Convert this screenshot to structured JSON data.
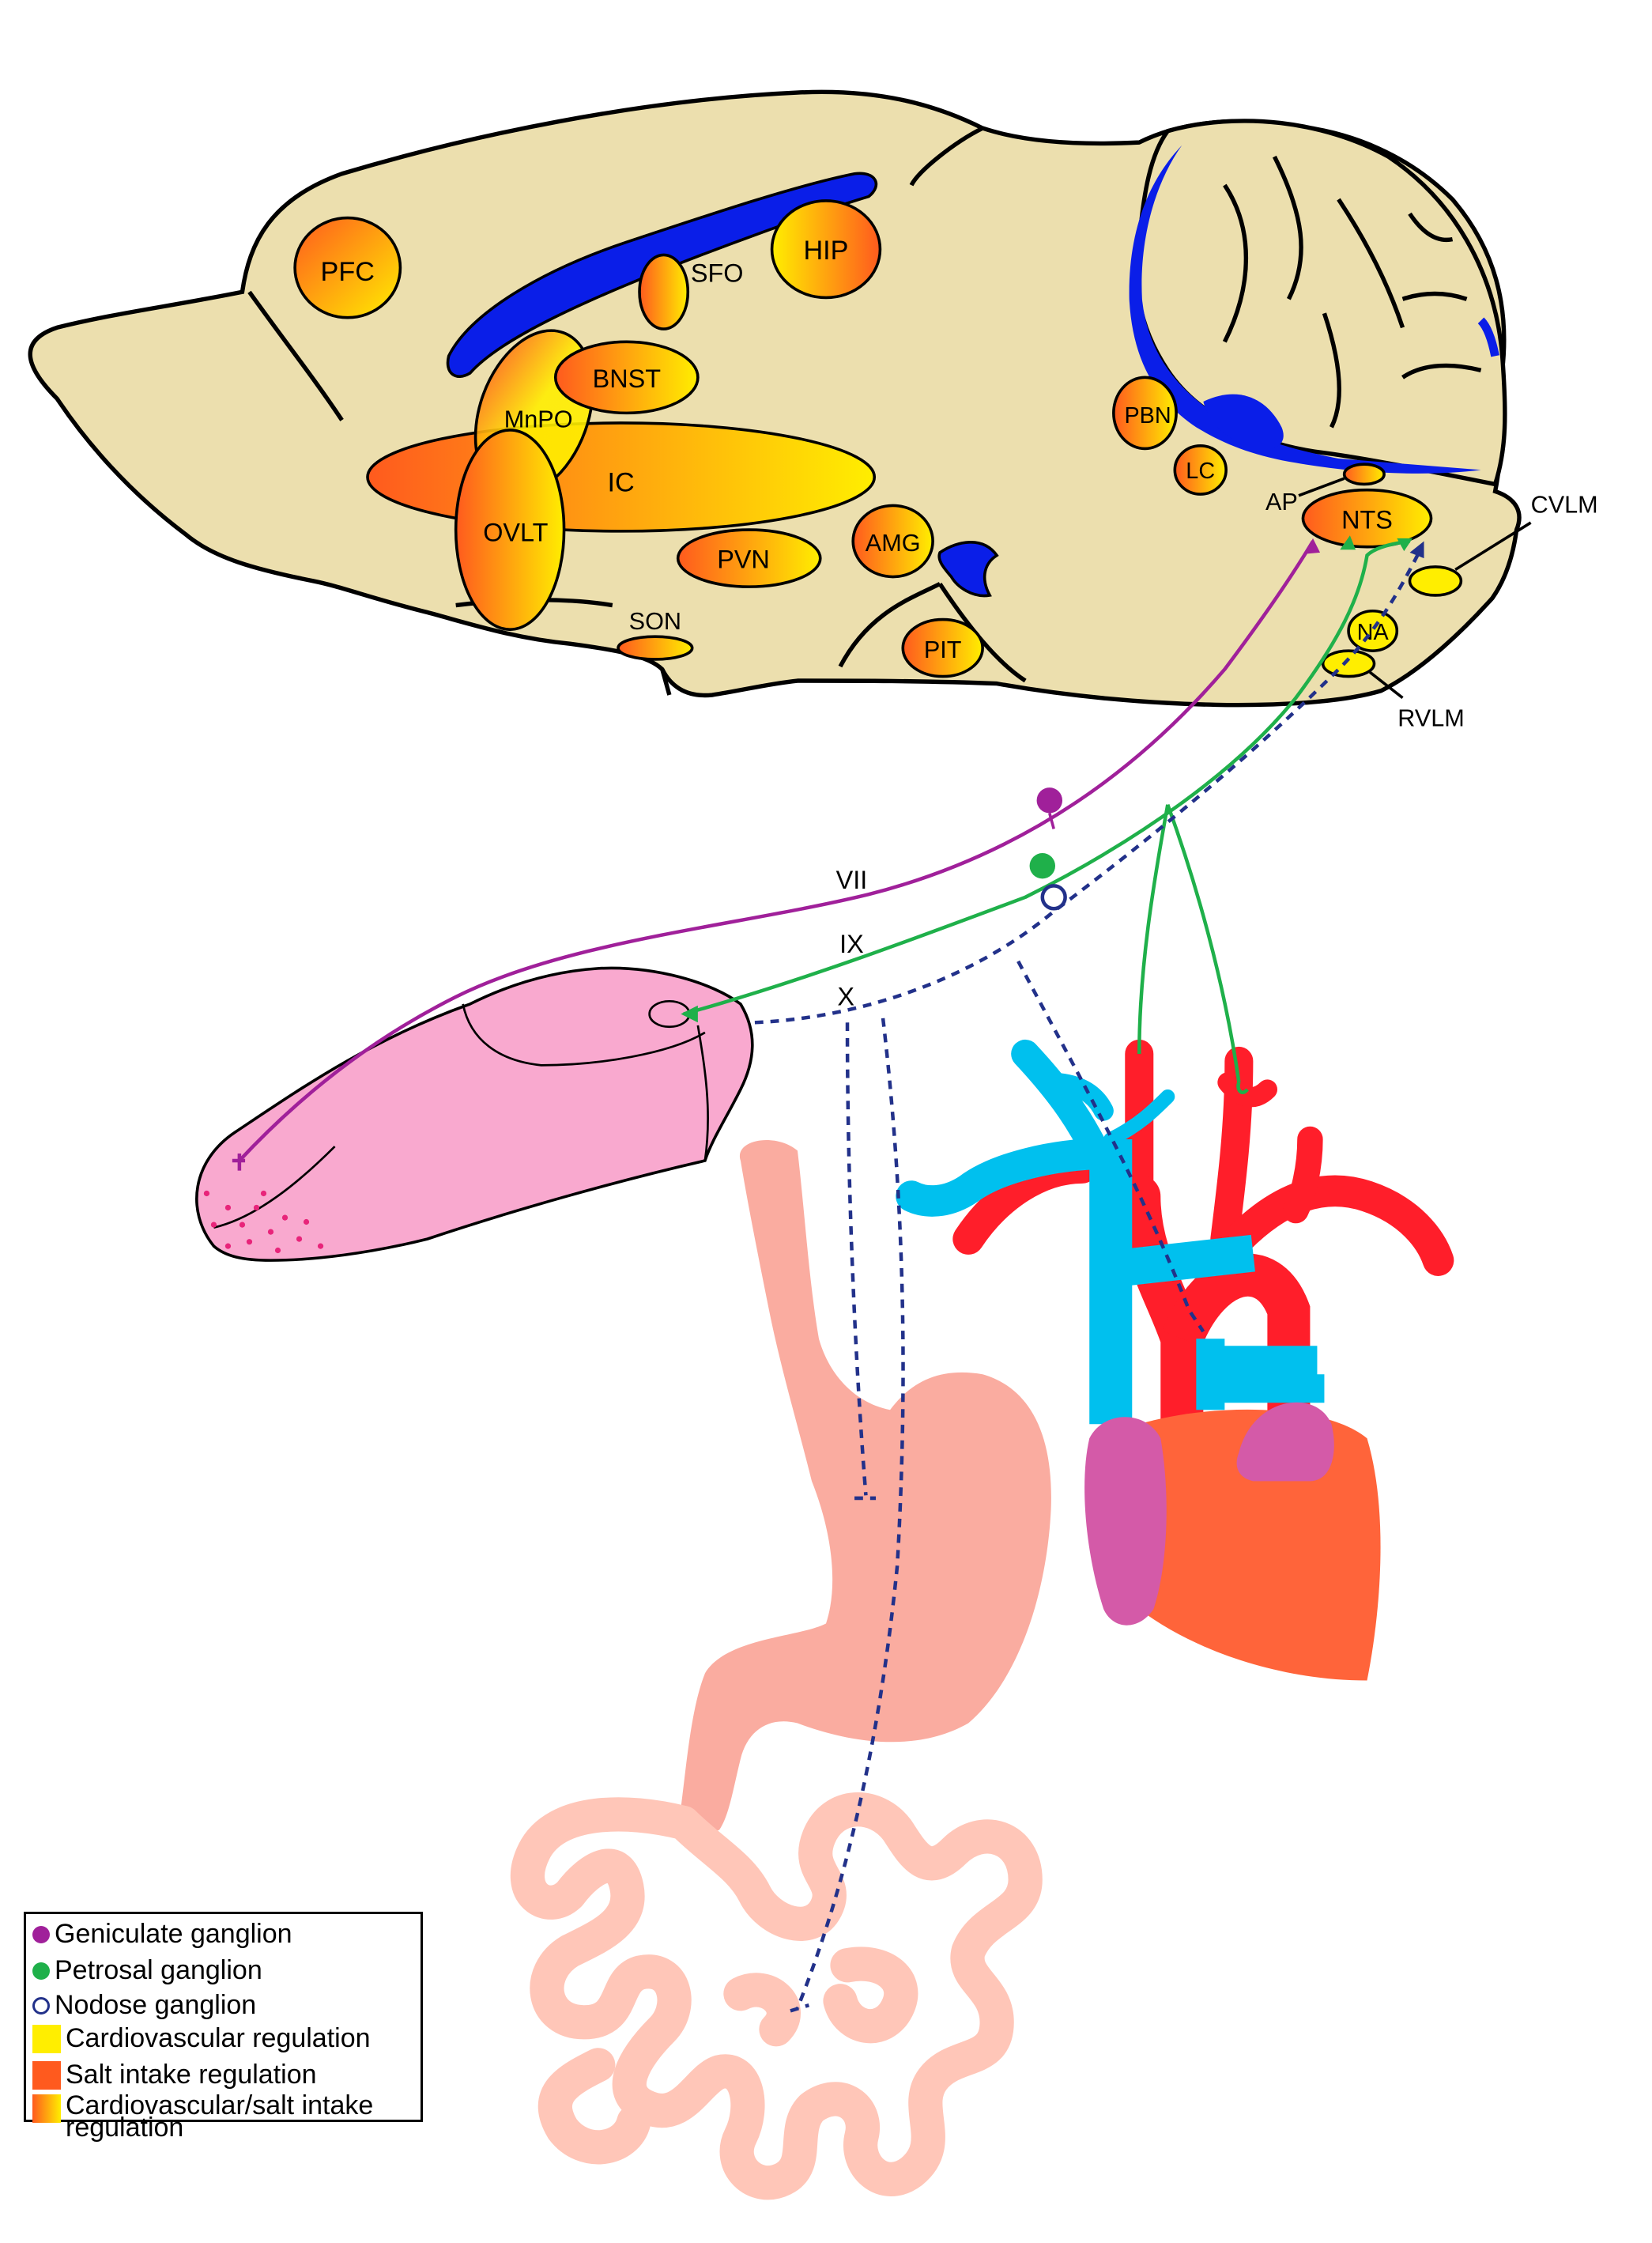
{
  "colors": {
    "brain_fill": "#ECDFAE",
    "ventricle": "#0A1EE8",
    "yellow": "#FFEE00",
    "orange": "#FF5A1E",
    "tongue": "#F9A9CF",
    "stomach": "#FAACA0",
    "intestine": "#FFC6B8",
    "vein_blue": "#00C0EE",
    "artery_red": "#FF1E2A",
    "heart": "#FF643A",
    "atrium": "#D45AA8",
    "nerve_vii": "#A0209A",
    "nerve_ix": "#1FB04A",
    "nerve_x": "#22318A"
  },
  "regions": {
    "pfc": "PFC",
    "sfo": "SFO",
    "hip": "HIP",
    "bnst": "BNST",
    "mnpo": "MnPO",
    "ic": "IC",
    "ovlt": "OVLT",
    "pvn": "PVN",
    "amg": "AMG",
    "son": "SON",
    "pit": "PIT",
    "pbn": "PBN",
    "lc": "LC",
    "ap": "AP",
    "nts": "NTS",
    "cvlm": "CVLM",
    "na": "NA",
    "rvlm": "RVLM"
  },
  "nerves": {
    "vii": "VII",
    "ix": "IX",
    "x": "X"
  },
  "legend": {
    "geniculate": "Geniculate ganglion",
    "petrosal": "Petrosal ganglion",
    "nodose": "Nodose ganglion",
    "cardio": "Cardiovascular regulation",
    "salt": "Salt intake regulation",
    "both": "Cardiovascular/salt intake regulation"
  }
}
